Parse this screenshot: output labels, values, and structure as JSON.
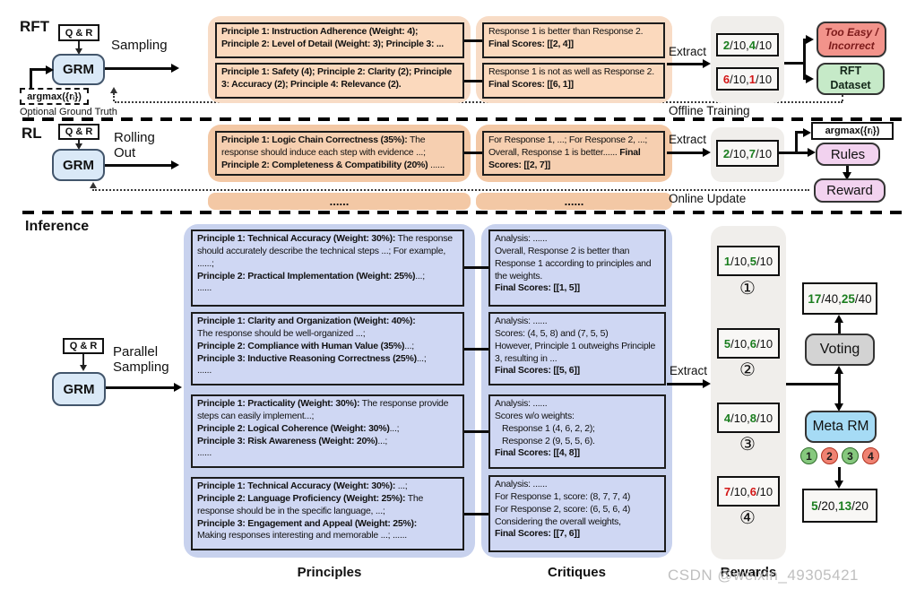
{
  "figure": {
    "watermark": "CSDN @weixin_49305421",
    "column_labels": {
      "principles": "Principles",
      "critiques": "Critiques",
      "rewards": "Rewards"
    }
  },
  "rft": {
    "section_label": "RFT",
    "qr_label": "Q & R",
    "grm_label": "GRM",
    "flow_label": "Sampling",
    "argmax_label": "argmax({rᵢ})",
    "optional_ground_truth": "Optional Ground Truth",
    "extract_label": "Extract",
    "offline_training": "Offline Training",
    "principle_boxes": [
      [
        {
          "t": "Principle 1: Instruction Adherence (Weight: 4); Principle 2: Level of Detail (Weight: 3); Principle 3: ...",
          "s": "b"
        }
      ],
      [
        {
          "t": "Principle 1: Safety (4); Principle 2: Clarity (2); Principle 3: Accuracy (2); Principle 4: Relevance (2).",
          "s": "b"
        }
      ]
    ],
    "critique_boxes": [
      [
        {
          "t": "Response 1 is better than Response 2. ",
          "s": "r"
        },
        {
          "t": "Final Scores: [[2, 4]]",
          "s": "b"
        }
      ],
      [
        {
          "t": "Response 1 is not as well as Response 2. ",
          "s": "r"
        },
        {
          "t": "Final Scores: [[6, 1]]",
          "s": "b"
        }
      ]
    ],
    "score_boxes": [
      [
        {
          "t": "2",
          "s": "g"
        },
        {
          "t": "/10, ",
          "s": "r"
        },
        {
          "t": "4",
          "s": "g"
        },
        {
          "t": "/10",
          "s": "r"
        }
      ],
      [
        {
          "t": "6",
          "s": "d"
        },
        {
          "t": "/10, ",
          "s": "r"
        },
        {
          "t": "1",
          "s": "d"
        },
        {
          "t": "/10",
          "s": "r"
        }
      ]
    ],
    "too_easy_label": "Too Easy /\nIncorrect",
    "dataset_label": "RFT\nDataset"
  },
  "rl": {
    "section_label": "RL",
    "qr_label": "Q & R",
    "grm_label": "GRM",
    "flow_label": "Rolling\nOut",
    "extract_label": "Extract",
    "online_update": "Online Update",
    "principle_box": [
      {
        "t": "Principle 1: Logic Chain Correctness (35%):",
        "s": "b"
      },
      {
        "t": " The response should induce each step with evidence ...;\n",
        "s": "r"
      },
      {
        "t": "Principle 2: Completeness & Compatibility (20%)",
        "s": "b"
      },
      {
        "t": " ......",
        "s": "r"
      }
    ],
    "principles_more": "......",
    "critique_box": [
      {
        "t": "For Response 1, ...; For Response 2, ...; Overall, Response 1 is better...... ",
        "s": "r"
      },
      {
        "t": "Final Scores: [[2, 7]]",
        "s": "b"
      }
    ],
    "critiques_more": "......",
    "score_box": [
      {
        "t": "2",
        "s": "g"
      },
      {
        "t": "/10, ",
        "s": "r"
      },
      {
        "t": "7",
        "s": "g"
      },
      {
        "t": "/10",
        "s": "r"
      }
    ],
    "argmax_label": "argmax({rᵢ})",
    "rules_label": "Rules",
    "reward_label": "Reward"
  },
  "inference": {
    "section_label": "Inference",
    "qr_label": "Q & R",
    "grm_label": "GRM",
    "flow_label": "Parallel\nSampling",
    "extract_label": "Extract",
    "principle_boxes": [
      [
        {
          "t": "Principle 1: Technical Accuracy (Weight: 30%):",
          "s": "b"
        },
        {
          "t": " The response should accurately describe the technical steps ...; For example, ......;\n",
          "s": "r"
        },
        {
          "t": "Principle 2: Practical Implementation (Weight: 25%)",
          "s": "b"
        },
        {
          "t": "...;\n......",
          "s": "r"
        }
      ],
      [
        {
          "t": "Principle 1: Clarity and Organization (Weight: 40%):",
          "s": "b"
        },
        {
          "t": "\nThe response should be well-organized ...;\n",
          "s": "r"
        },
        {
          "t": "Principle 2: Compliance with Human Value (35%)",
          "s": "b"
        },
        {
          "t": "...;\n",
          "s": "r"
        },
        {
          "t": "Principle 3: Inductive Reasoning Correctness (25%)",
          "s": "b"
        },
        {
          "t": "...;\n......",
          "s": "r"
        }
      ],
      [
        {
          "t": "Principle 1: Practicality (Weight: 30%):",
          "s": "b"
        },
        {
          "t": " The response provide steps can easily implement...;\n",
          "s": "r"
        },
        {
          "t": "Principle 2: Logical Coherence (Weight: 30%)",
          "s": "b"
        },
        {
          "t": "...;\n",
          "s": "r"
        },
        {
          "t": "Principle 3: Risk Awareness (Weight: 20%)",
          "s": "b"
        },
        {
          "t": "...;\n......",
          "s": "r"
        }
      ],
      [
        {
          "t": "Principle 1: Technical Accuracy (Weight: 30%):",
          "s": "b"
        },
        {
          "t": " ...;\n",
          "s": "r"
        },
        {
          "t": "Principle 2: Language Proficiency (Weight: 25%):",
          "s": "b"
        },
        {
          "t": " The response should be in the specific language, ...;\n",
          "s": "r"
        },
        {
          "t": "Principle 3: Engagement and Appeal (Weight: 25%):",
          "s": "b"
        },
        {
          "t": "\nMaking responses interesting and memorable ...; ......",
          "s": "r"
        }
      ]
    ],
    "critique_boxes": [
      [
        {
          "t": "Analysis: ......\nOverall, Response 2 is better than Response 1 according to principles and the weights.\n",
          "s": "r"
        },
        {
          "t": "Final Scores: [[1, 5]]",
          "s": "b"
        }
      ],
      [
        {
          "t": "Analysis: ......\nScores: (4, 5, 8) and (7, 5, 5)\nHowever, Principle 1 outweighs Principle 3, resulting in ...\n",
          "s": "r"
        },
        {
          "t": "Final Scores: [[5, 6]]",
          "s": "b"
        }
      ],
      [
        {
          "t": "Analysis: ......\nScores w/o weights:\n   Response 1 (4, 6, 2, 2);\n   Response 2 (9, 5, 5, 6).\n",
          "s": "r"
        },
        {
          "t": "Final Scores: [[4, 8]]",
          "s": "b"
        }
      ],
      [
        {
          "t": "Analysis: ......\nFor Response 1, score: (8, 7, 7, 4)\nFor Response 2, score: (6, 5, 6, 4)\nConsidering the overall weights,\n",
          "s": "r"
        },
        {
          "t": "Final Scores: [[7, 6]]",
          "s": "b"
        }
      ]
    ],
    "reward_boxes": [
      {
        "score": [
          {
            "t": "1",
            "s": "g"
          },
          {
            "t": "/10, ",
            "s": "r"
          },
          {
            "t": "5",
            "s": "g"
          },
          {
            "t": "/10",
            "s": "r"
          }
        ],
        "index": "①"
      },
      {
        "score": [
          {
            "t": "5",
            "s": "g"
          },
          {
            "t": "/10, ",
            "s": "r"
          },
          {
            "t": "6",
            "s": "g"
          },
          {
            "t": "/10",
            "s": "r"
          }
        ],
        "index": "②"
      },
      {
        "score": [
          {
            "t": "4",
            "s": "g"
          },
          {
            "t": "/10, ",
            "s": "r"
          },
          {
            "t": "8",
            "s": "g"
          },
          {
            "t": "/10",
            "s": "r"
          }
        ],
        "index": "③"
      },
      {
        "score": [
          {
            "t": "7",
            "s": "d"
          },
          {
            "t": "/10, ",
            "s": "r"
          },
          {
            "t": "6",
            "s": "d"
          },
          {
            "t": "/10",
            "s": "r"
          }
        ],
        "index": "④"
      }
    ],
    "voting_score": [
      {
        "t": "17",
        "s": "g"
      },
      {
        "t": "/40, ",
        "s": "r"
      },
      {
        "t": "25",
        "s": "g"
      },
      {
        "t": "/40",
        "s": "r"
      }
    ],
    "voting_label": "Voting",
    "meta_rm_label": "Meta RM",
    "meta_chips": [
      {
        "n": "1",
        "status": "good"
      },
      {
        "n": "2",
        "status": "bad"
      },
      {
        "n": "3",
        "status": "good"
      },
      {
        "n": "4",
        "status": "bad"
      }
    ],
    "meta_score": [
      {
        "t": "5",
        "s": "g"
      },
      {
        "t": "/20, ",
        "s": "r"
      },
      {
        "t": "13",
        "s": "g"
      },
      {
        "t": "/20",
        "s": "r"
      }
    ]
  }
}
